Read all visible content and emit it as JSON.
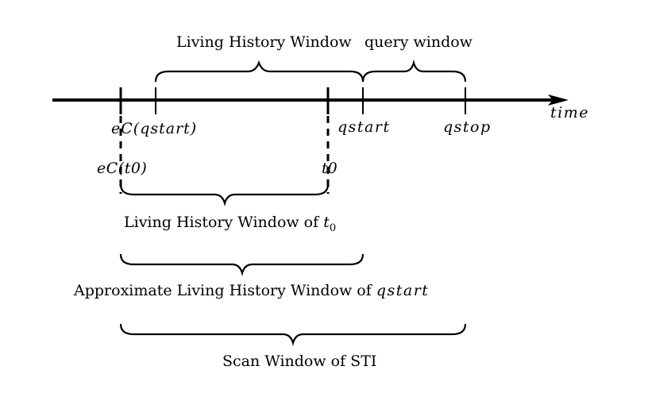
{
  "labels": {
    "living_history_window": "Living History Window",
    "query_window": "query window",
    "time": "time",
    "ec_qstart": "eC(qstart)",
    "qstart": "qstart",
    "qstop": "qstop",
    "ec_t0": "eC(t0)",
    "t0": "t0",
    "lhw_t0_prefix": "Living History Window of ",
    "lhw_t0_var": "t",
    "lhw_t0_sub": "0",
    "approx_prefix": "Approximate Living History Window of ",
    "approx_var": "qstart",
    "scan_window": "Scan Window of STI"
  }
}
